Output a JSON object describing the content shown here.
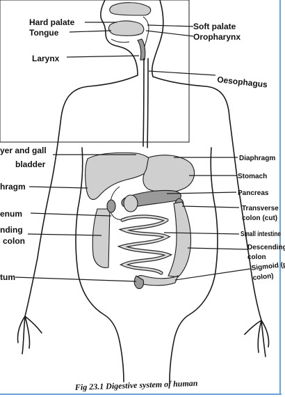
{
  "figure": {
    "caption": "Fig 23.1 Digestive system of human",
    "labels": {
      "hard_palate": "Hard palate",
      "tongue": "Tongue",
      "larynx": "Larynx",
      "soft_palate": "Soft palate",
      "oropharynx": "Oropharynx",
      "oesophagus": "Oesophagus",
      "liver_gall_bladder_1": "yer and gall",
      "liver_gall_bladder_2": "bladder",
      "diaphragm_left": "hragm",
      "duodenum": "enum",
      "ascending_colon_1": "nding",
      "ascending_colon_2": "colon",
      "rectum": "tum",
      "diaphragm_right": "Diaphragm",
      "stomach": "Stomach",
      "pancreas": "Pancreas",
      "transverse_colon_1": "Transverse",
      "transverse_colon_2": "colon (cut)",
      "small_intestine": "Small intestine",
      "descending_colon_1": "Descending",
      "descending_colon_2": "colon",
      "sigmoid_colon_1": "Sigmoid (pe",
      "sigmoid_colon_2": "colon)"
    }
  }
}
